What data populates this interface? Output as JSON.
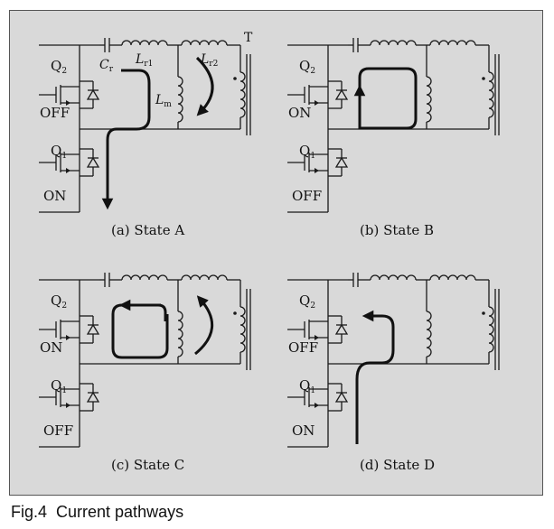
{
  "figure": {
    "caption": "Fig.4  Current pathways",
    "colors": {
      "panel_bg": "#d9d9d9",
      "ink": "#111111",
      "caption_ink": "#111111"
    }
  },
  "states": [
    {
      "id": "a",
      "caption": "(a) State A",
      "q2_label": "Q",
      "q2_sub": "2",
      "q2_state": "OFF",
      "q1_label": "Q",
      "q1_sub": "1",
      "q1_state": "ON",
      "show_component_labels": true,
      "path": "resonant-tank-to-Q1",
      "magnetizing_arrow": "clockwise"
    },
    {
      "id": "b",
      "caption": "(b) State B",
      "q2_label": "Q",
      "q2_sub": "2",
      "q2_state": "ON",
      "q1_label": "Q",
      "q1_sub": "1",
      "q1_state": "OFF",
      "show_component_labels": false,
      "path": "loop-through-Q2-diode",
      "magnetizing_arrow": "none"
    },
    {
      "id": "c",
      "caption": "(c) State C",
      "q2_label": "Q",
      "q2_sub": "2",
      "q2_state": "ON",
      "q1_label": "Q",
      "q1_sub": "1",
      "q1_state": "OFF",
      "show_component_labels": false,
      "path": "loop-counterclockwise",
      "magnetizing_arrow": "counterclockwise"
    },
    {
      "id": "d",
      "caption": "(d) State D",
      "q2_label": "Q",
      "q2_sub": "2",
      "q2_state": "OFF",
      "q1_label": "Q",
      "q1_sub": "1",
      "q1_state": "ON",
      "show_component_labels": false,
      "path": "Q1-up-to-tank",
      "magnetizing_arrow": "none"
    }
  ],
  "component_labels": {
    "Cr": "C",
    "Cr_sub": "r",
    "Lr1": "L",
    "Lr1_sub": "r1",
    "Lr2": "L",
    "Lr2_sub": "r2",
    "Lm": "L",
    "Lm_sub": "m",
    "T": "T"
  }
}
